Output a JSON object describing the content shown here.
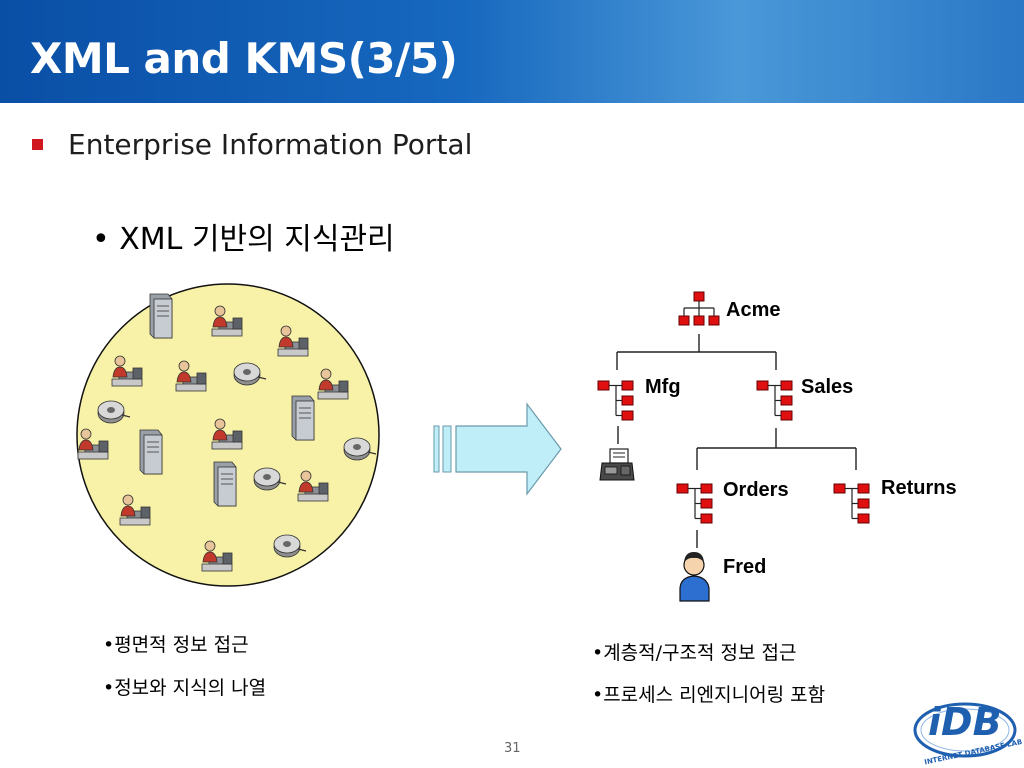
{
  "title": "XML and KMS(3/5)",
  "bullet_1": "Enterprise Information Portal",
  "bullet_2": "• XML 기반의 지식관리",
  "tree": {
    "root": "Acme",
    "mfg": "Mfg",
    "sales": "Sales",
    "orders": "Orders",
    "returns": "Returns",
    "fred": "Fred"
  },
  "left_notes": [
    "•평면적 정보 접근",
    "•정보와 지식의 나열"
  ],
  "right_notes": [
    "•계층적/구조적 정보 접근",
    "•프로세스 리엔지니어링 포함"
  ],
  "logo_text": "iDB",
  "logo_ring_text": "INTERNET DATABASE LAB",
  "page_number": "31",
  "colors": {
    "header": "#1768bf",
    "bullet": "#d0161e",
    "circle_fill": "#f8f2a8",
    "arrow": "#bfeef8",
    "node": "#e01010"
  }
}
